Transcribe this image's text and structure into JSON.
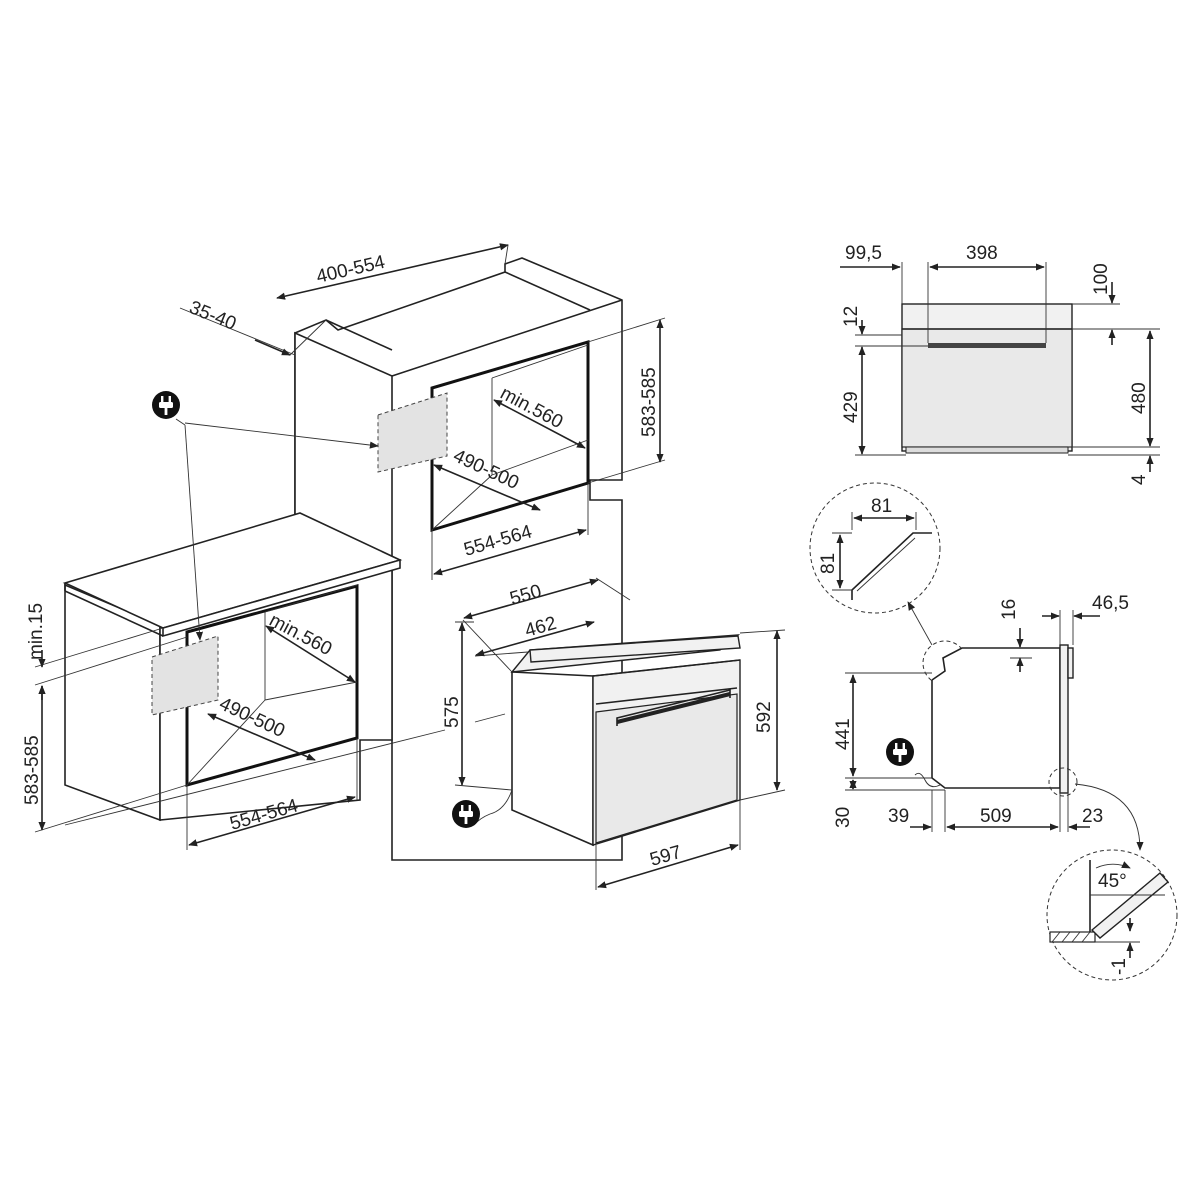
{
  "dimensions": {
    "top_depth": "400-554",
    "top_back_gap": "35-40",
    "tall_niche_depth": "min.560",
    "tall_niche_width_inner": "490-500",
    "tall_niche_height": "583-585",
    "tall_niche_width": "554-564",
    "under_gap": "min.15",
    "under_niche_height": "583-585",
    "under_niche_depth": "min.560",
    "under_niche_width_inner": "490-500",
    "under_niche_width": "554-564",
    "oven_depth_total": "550",
    "oven_depth_body": "462",
    "oven_height_body": "575",
    "oven_height_total": "592",
    "oven_width": "597",
    "front_offset_left": "99,5",
    "front_handle_width": "398",
    "front_top_strip": "100",
    "front_panel_thickness": "12",
    "front_door_height": "429",
    "front_height": "480",
    "front_bottom": "4",
    "detail_a": "81",
    "detail_b": "81",
    "side_depth_top": "16",
    "side_door_depth": "46,5",
    "side_height": "441",
    "side_bottom": "30",
    "side_rear": "39",
    "side_body": "509",
    "side_front": "23",
    "angle": "45°",
    "step": "-1"
  },
  "icons": [
    "plug-icon",
    "plug-icon",
    "plug-icon",
    "plug-icon"
  ]
}
